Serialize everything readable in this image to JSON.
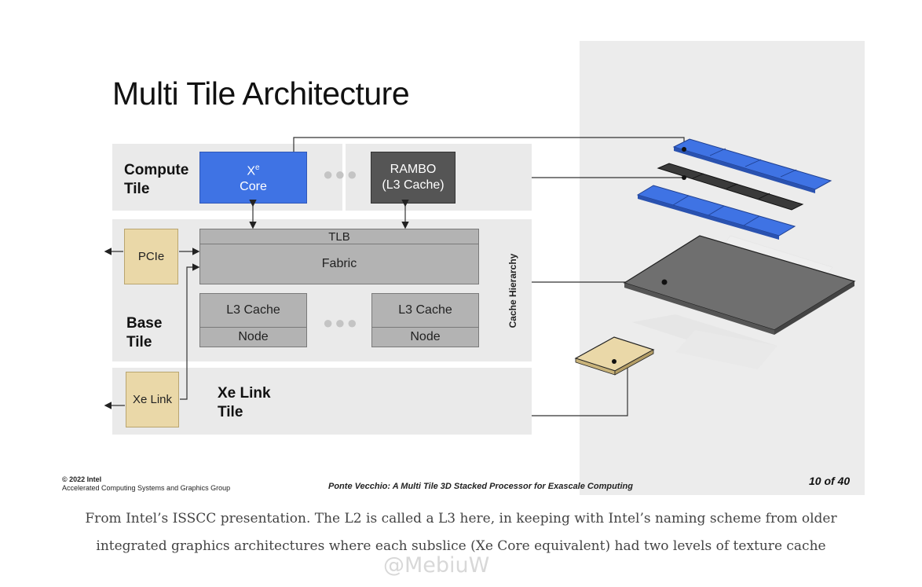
{
  "slide": {
    "title": "Multi Tile Architecture",
    "compute_tile_label": "Compute\nTile",
    "base_tile_label": "Base\nTile",
    "xe_link_tile_label": "Xe Link\nTile",
    "xe_core": {
      "line1": "X",
      "sup": "e",
      "line2": "Core"
    },
    "rambo": {
      "line1": "RAMBO",
      "line2": "(L3 Cache)"
    },
    "tlb": "TLB",
    "fabric": "Fabric",
    "pcie": "PCIe",
    "xe_link": "Xe Link",
    "l3_cache_left": "L3 Cache",
    "node_left": "Node",
    "l3_cache_right": "L3 Cache",
    "node_right": "Node",
    "ellipsis": "●●●",
    "cache_hierarchy": "Cache Hierarchy",
    "footer_copyright": "© 2022 Intel",
    "footer_group": "Accelerated Computing Systems and Graphics Group",
    "footer_paper": "Ponte Vecchio: A Multi Tile 3D Stacked Processor for Exascale Computing",
    "page_number": "10 of 40"
  },
  "caption": {
    "line1": "From Intel’s ISSCC presentation. The L2 is called a L3 here, in keeping with Intel’s naming scheme from older",
    "line2": "integrated graphics architectures where each subslice (Xe Core equivalent) had two levels of texture cache"
  },
  "watermark": "@MebiuW",
  "colors": {
    "compute_blue": "#3f73e4",
    "rambo_dark": "#555555",
    "fabric_grey": "#b3b3b3",
    "io_tan": "#ead8a8",
    "band_grey": "#eaeaea"
  }
}
